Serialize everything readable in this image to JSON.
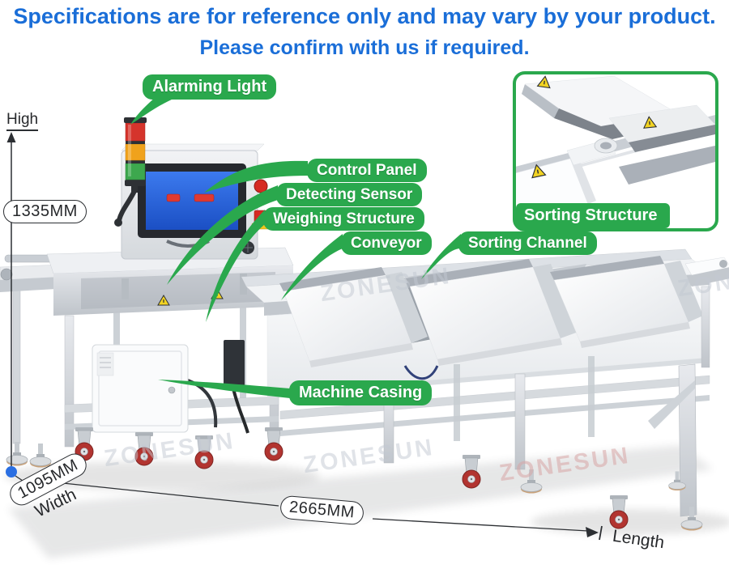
{
  "disclaimer": {
    "line1": "Specifications are for reference only and may vary by your product.",
    "line2": "Please confirm with us if required."
  },
  "callouts": {
    "alarming_light": "Alarming Light",
    "control_panel": "Control Panel",
    "detecting_sensor": "Detecting Sensor",
    "weighing_structure": "Weighing Structure",
    "conveyor": "Conveyor",
    "sorting_channel": "Sorting Channel",
    "machine_casing": "Machine Casing"
  },
  "inset": {
    "caption": "Sorting Structure"
  },
  "dimensions": {
    "height_value": "1335MM",
    "height_axis_label": "High",
    "width_value": "1095MM",
    "width_axis_label": "Width",
    "length_value": "2665MM",
    "length_axis_label": "Length"
  },
  "watermark_text": "ZONESUN",
  "colors": {
    "callout_green": "#2aa84d",
    "header_blue": "#1a6ed8",
    "alarm_red": "#d5342c",
    "alarm_amber": "#f0a21c",
    "alarm_green": "#3da84e",
    "screen_blue": "#2563d6",
    "caster_red": "#b23430",
    "warning_yellow": "#f2d322",
    "dimension_dot_blue": "#2b6fe2"
  }
}
